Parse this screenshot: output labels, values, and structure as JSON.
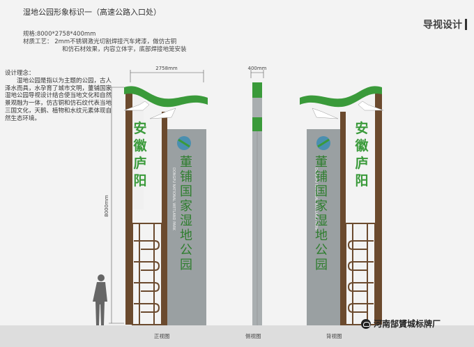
{
  "title": "湿地公园形象标识一（高速公路入口处）",
  "spec": {
    "size": "规格:8000*2758*400mm",
    "material_line1": "材质工艺：   2mm不锈钢激光切割焊接汽车烤漆，做仿古铜",
    "material_line2": "和仿石材效果，内容立体字，底部焊接地笼安装"
  },
  "section_title": "导视设计",
  "concept": {
    "heading": "设计理念：",
    "body": "湿地公园是指以为主题的公园，古人泽水而具，水孕育了城市文明，董铺国家湿地公园导视设计结合使当地文化和自然景观融为一体，仿古铜和仿石纹代表当地三国文化，天鹅、植物和水纹元素体现自然生态环境。"
  },
  "dimensions": {
    "width_front": "2758mm",
    "width_side": "400mm",
    "height": "8000mm"
  },
  "sign": {
    "vertical_text_left": "安徽庐阳",
    "vertical_text_right": "安徽庐阳",
    "panel_text": "董铺国家湿地公园",
    "panel_subtext": "DONGPU NATIONAL WETLAND PARK"
  },
  "captions": {
    "front": "正视图",
    "side": "侧视图",
    "back": "背视图"
  },
  "watermark": "河南郜贇城标牌厂",
  "colors": {
    "green": "#3a9a3a",
    "bronze": "#6b4a2e",
    "stone": "#9aa0a2"
  }
}
